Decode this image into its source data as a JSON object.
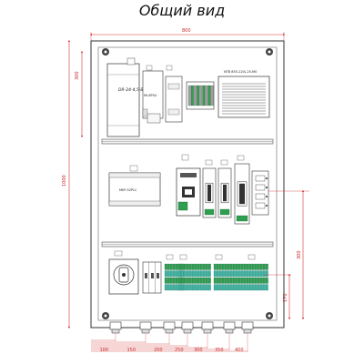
{
  "title": "Общий вид",
  "colors": {
    "frame": "#333333",
    "dimension": "#d32f2f",
    "terminal_green": "#2e9e4f",
    "terminal_teal": "#3fb5a5",
    "terminal_gray": "#9e9e9e"
  },
  "dimensions": {
    "width": "800",
    "height_total": "1000",
    "height_top": "300",
    "height_right_mid": "300",
    "height_right_low": "170",
    "bottom_marks": [
      "100",
      "150",
      "200",
      "250",
      "300",
      "350",
      "400"
    ]
  },
  "labels": {
    "psu": "DR-24-4,5-BA7",
    "module_block": "IM-6P5U",
    "router": "NTB 855-220/-25-M0",
    "io_module": "MEP-52PLC"
  }
}
